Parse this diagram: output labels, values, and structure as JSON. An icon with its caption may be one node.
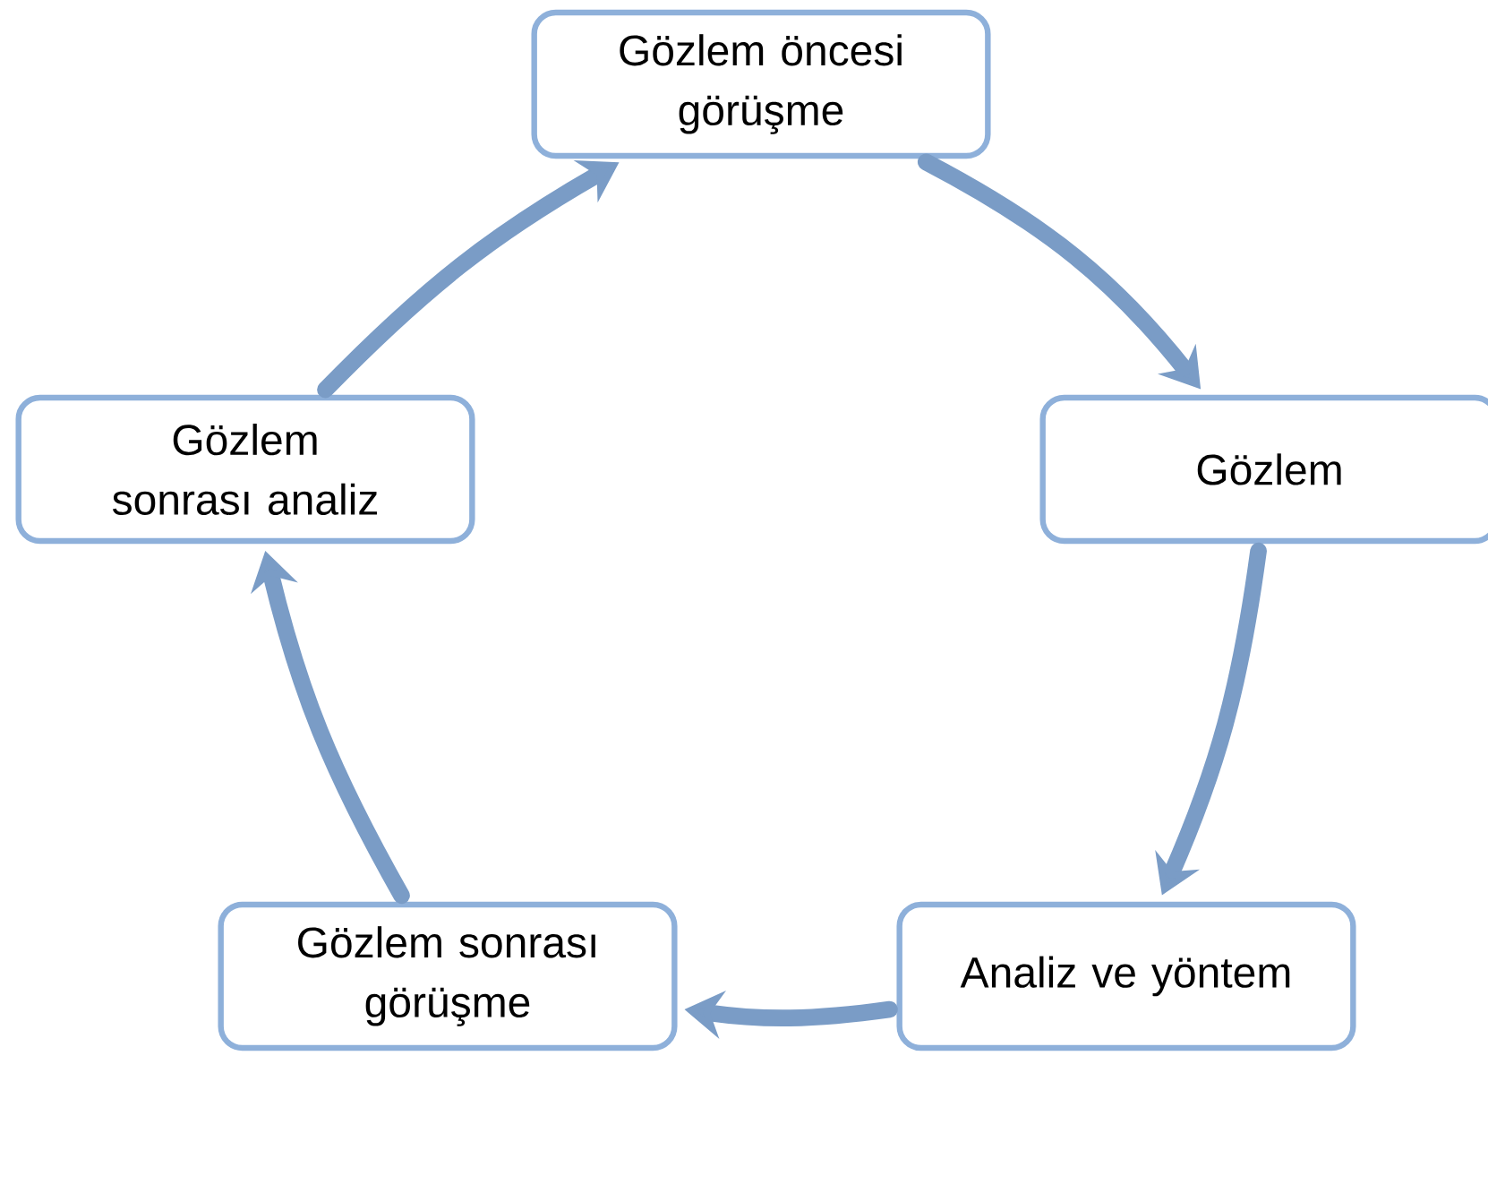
{
  "diagram": {
    "nodes": [
      {
        "text": [
          "Gözlem öncesi görüşme"
        ]
      },
      {
        "text": [
          "Gözlem"
        ]
      },
      {
        "text": [
          "Analiz ve yöntem"
        ]
      },
      {
        "text": [
          "Gözlem sonrası görüşme"
        ]
      },
      {
        "text": [
          "Gözlem sonrası analiz"
        ]
      }
    ],
    "edges": [
      {
        "from": 0,
        "to": 1,
        "arrow": "to"
      },
      {
        "from": 1,
        "to": 2,
        "arrow": "to"
      },
      {
        "from": 2,
        "to": 3,
        "arrow": "to"
      },
      {
        "from": 3,
        "to": 4,
        "arrow": "to"
      },
      {
        "from": 4,
        "to": 0,
        "arrow": "to"
      }
    ]
  }
}
